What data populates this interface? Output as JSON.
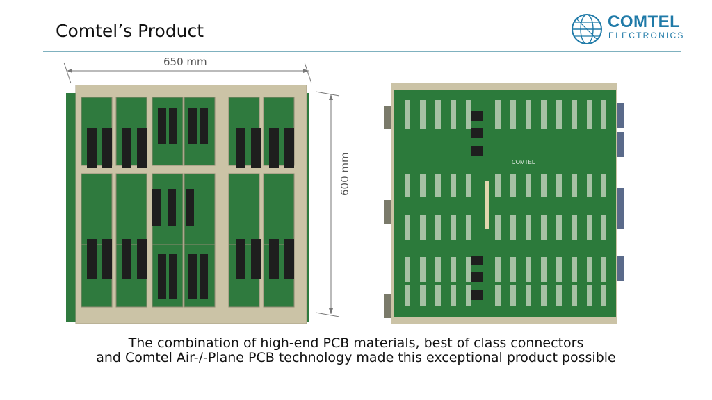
{
  "slide": {
    "title": "Comtel’s Product",
    "logo": {
      "name": "COMTEL",
      "subtitle": "ELECTRONICS",
      "icon": "globe-grid-icon",
      "color": "#1f7aa8"
    },
    "board_mark": "COMTEL",
    "dimensions": {
      "width_label": "650 mm",
      "height_label": "600 mm"
    },
    "caption": [
      "The combination of high-end PCB materials, best of class connectors",
      "and Comtel Air-/-Plane PCB technology made this exceptional product possible"
    ],
    "colors": {
      "rule": "#7fb1bf",
      "pcb": "#2f7a3e",
      "frame": "#cbc3a6",
      "connector": "#1e1e1e"
    }
  }
}
